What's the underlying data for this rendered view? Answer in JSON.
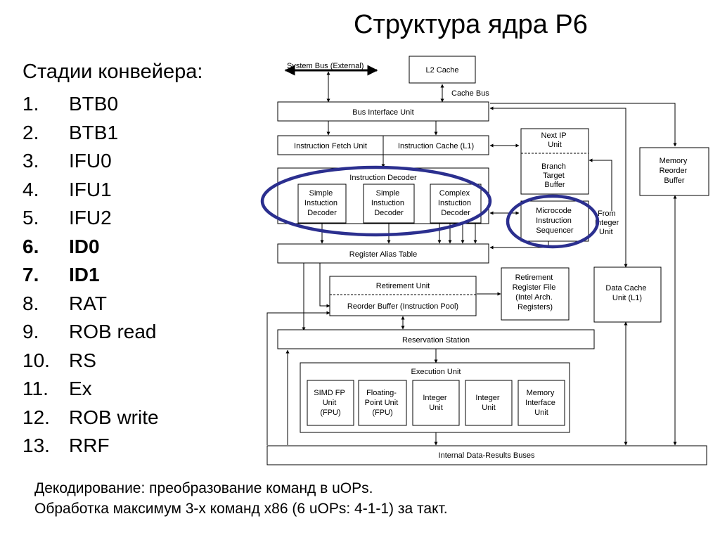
{
  "title": "Структура ядра P6",
  "stages_heading": "Стадии конвейера:",
  "stages": [
    {
      "num": "1.",
      "label": "BTB0",
      "bold": false
    },
    {
      "num": "2.",
      "label": "BTB1",
      "bold": false
    },
    {
      "num": "3.",
      "label": "IFU0",
      "bold": false
    },
    {
      "num": "4.",
      "label": "IFU1",
      "bold": false
    },
    {
      "num": "5.",
      "label": "IFU2",
      "bold": false
    },
    {
      "num": "6.",
      "label": "ID0",
      "bold": true
    },
    {
      "num": "7.",
      "label": "ID1",
      "bold": true
    },
    {
      "num": "8.",
      "label": "RAT",
      "bold": false
    },
    {
      "num": "9.",
      "label": "ROB read",
      "bold": false
    },
    {
      "num": "10.",
      "label": "RS",
      "bold": false
    },
    {
      "num": "11.",
      "label": "Ex",
      "bold": false
    },
    {
      "num": "12.",
      "label": "ROB write",
      "bold": false
    },
    {
      "num": "13.",
      "label": "RRF",
      "bold": false
    }
  ],
  "footnotes": {
    "line1": "Декодирование: преобразование команд в uOPs.",
    "line2": "Обработка максимум 3-х команд x86 (6 uOPs: 4-1-1) за такт."
  },
  "diagram": {
    "highlight_color": "#2b2f8f",
    "system_bus": "System Bus (External)",
    "l2_cache": "L2 Cache",
    "cache_bus": "Cache Bus",
    "bus_interface_unit": "Bus Interface Unit",
    "instruction_fetch_unit": "Instruction Fetch Unit",
    "instruction_cache": "Instruction Cache (L1)",
    "next_ip_unit": [
      "Next IP",
      "Unit"
    ],
    "branch_target_buffer": [
      "Branch",
      "Target",
      "Buffer"
    ],
    "memory_reorder_buffer": [
      "Memory",
      "Reorder",
      "Buffer"
    ],
    "instruction_decoder": "Instruction Decoder",
    "decoders": [
      [
        "Simple",
        "Instuction",
        "Decoder"
      ],
      [
        "Simple",
        "Instuction",
        "Decoder"
      ],
      [
        "Complex",
        "Instuction",
        "Decoder"
      ]
    ],
    "microcode_sequencer": [
      "Microcode",
      "Instruction",
      "Sequencer"
    ],
    "from_integer_unit": [
      "From",
      "Integer",
      "Unit"
    ],
    "register_alias_table": "Register Alias Table",
    "retirement_unit": "Retirement Unit",
    "reorder_buffer": "Reorder Buffer (Instruction Pool)",
    "retirement_register_file": [
      "Retirement",
      "Register File",
      "(Intel Arch.",
      "Registers)"
    ],
    "data_cache_unit": [
      "Data Cache",
      "Unit (L1)"
    ],
    "reservation_station": "Reservation Station",
    "execution_unit": "Execution Unit",
    "exec_units": [
      [
        "SIMD FP",
        "Unit",
        "(FPU)"
      ],
      [
        "Floating-",
        "Point Unit",
        "(FPU)"
      ],
      [
        "Integer",
        "Unit"
      ],
      [
        "Integer",
        "Unit"
      ],
      [
        "Memory",
        "Interface",
        "Unit"
      ]
    ],
    "internal_buses": "Internal Data-Results Buses"
  }
}
